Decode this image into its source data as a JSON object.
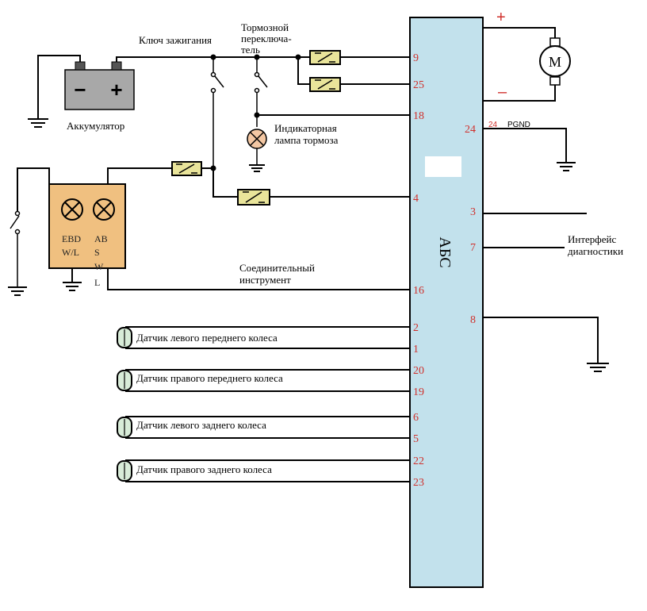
{
  "ecu": {
    "label": "АБС",
    "fill": "#c2e1ec"
  },
  "labels": {
    "ignition_key": "Ключ зажигания",
    "brake_switch": [
      "Тормозной",
      "переключа-",
      "тель"
    ],
    "battery": "Аккумулятор",
    "brake_lamp": [
      "Индикаторная",
      "лампа тормоза"
    ],
    "combination_instrument": [
      "Соединительный",
      "инструмент"
    ],
    "diagnostic_interface": [
      "Интерфейс",
      "диагностики"
    ],
    "pgnd": "PGND"
  },
  "cluster": {
    "lamp1": [
      "EBD",
      "W/L"
    ],
    "lamp2": [
      "AB",
      "S",
      "W",
      "L"
    ],
    "fill": "#f0c080"
  },
  "sensors": [
    {
      "name": "Датчик левого переднего колеса",
      "pins": [
        "2",
        "1"
      ]
    },
    {
      "name": "Датчик правого переднего колеса",
      "pins": [
        "20",
        "19"
      ]
    },
    {
      "name": "Датчик левого заднего колеса",
      "pins": [
        "6",
        "5"
      ]
    },
    {
      "name": "Датчик правого заднего колеса",
      "pins": [
        "22",
        "23"
      ]
    }
  ],
  "pins": {
    "p9": "9",
    "p25": "25",
    "p18": "18",
    "p4": "4",
    "p16": "16",
    "p24": "24",
    "p3": "3",
    "p7": "7",
    "p8": "8",
    "p24_small": "24"
  },
  "motor": {
    "symbol": "M",
    "plus": "+",
    "minus": "–"
  },
  "battery": {
    "minus": "−",
    "plus": "+"
  },
  "colors": {
    "pin_text": "#d0302c",
    "fuse_fill": "#e9e49a",
    "sensor_fill": "#d8ecd8"
  }
}
